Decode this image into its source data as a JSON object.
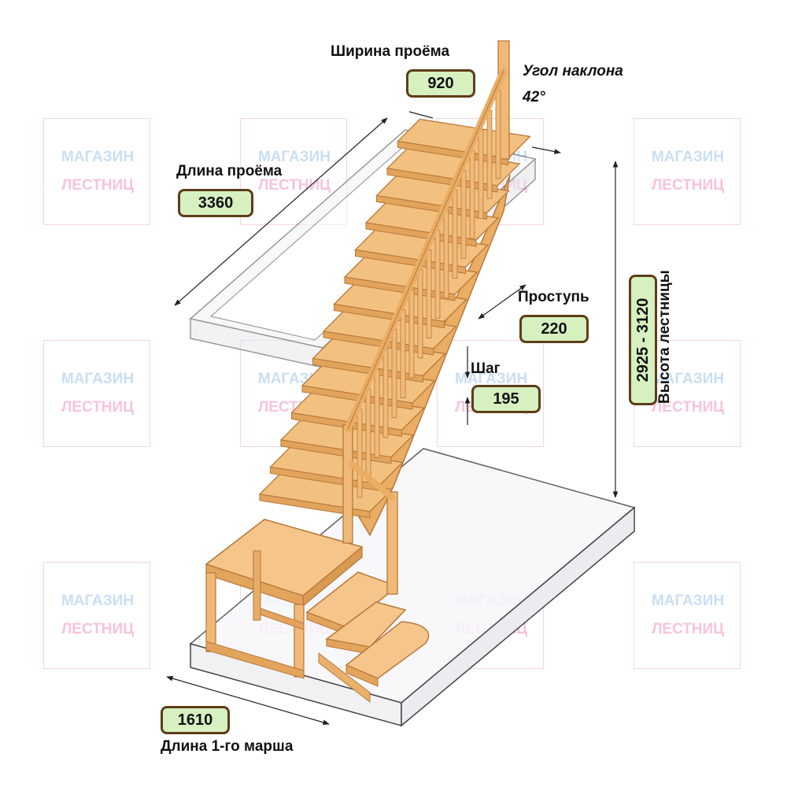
{
  "watermark": {
    "line1": "МАГАЗИН",
    "line2": "ЛЕСТНИЦ"
  },
  "dimensions": {
    "opening_width": {
      "label": "Ширина проёма",
      "value": "920"
    },
    "opening_length": {
      "label": "Длина проёма",
      "value": "3360"
    },
    "incline_angle": {
      "label": "Угол наклона",
      "value": "42°"
    },
    "tread_depth": {
      "label": "Проступь",
      "value": "220"
    },
    "step_rise": {
      "label": "Шаг",
      "value": "195"
    },
    "stair_height": {
      "label": "Высота лестницы",
      "value": "2925 - 3120"
    },
    "first_flight_length": {
      "label": "Длина 1-го марша",
      "value": "1610"
    }
  },
  "colors": {
    "wood": "#f2c180",
    "wood_edge": "#b8783a",
    "badge_fill": "#d6f0c0",
    "badge_border": "#5d3d18"
  }
}
